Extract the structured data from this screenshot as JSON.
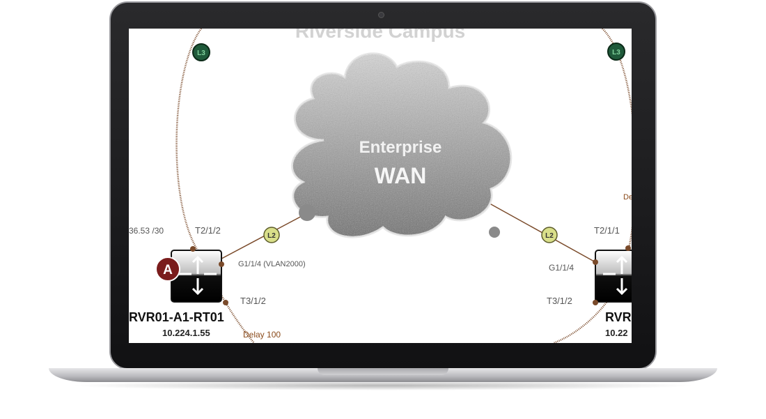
{
  "diagram": {
    "campus_title": "Riverside Campus",
    "cloud": {
      "line1": "Enterprise",
      "line2": "WAN"
    },
    "left_router": {
      "badge": "A",
      "name": "RVR01-A1-RT01",
      "ip": "10.224.1.55",
      "addr_label": "36.53 /30",
      "port_top": "T2/1/2",
      "port_wan": "G1/1/4 (VLAN2000)",
      "port_bottom": "T3/1/2",
      "delay": "Delay 100"
    },
    "right_router": {
      "name": "RVR",
      "ip": "10.22",
      "port_top": "T2/1/1",
      "port_wan": "G1/1/4",
      "port_bottom": "T3/1/2",
      "delay_fragment": "De"
    },
    "link_badges": {
      "l2": "L2",
      "l3": "L3"
    },
    "colors": {
      "link": "#7a4a2a",
      "l2_badge": "#d9df8a",
      "l3_badge": "#1f5a3a",
      "router_badge": "#7a1c1c",
      "cloud": "#8a8a8a"
    }
  }
}
